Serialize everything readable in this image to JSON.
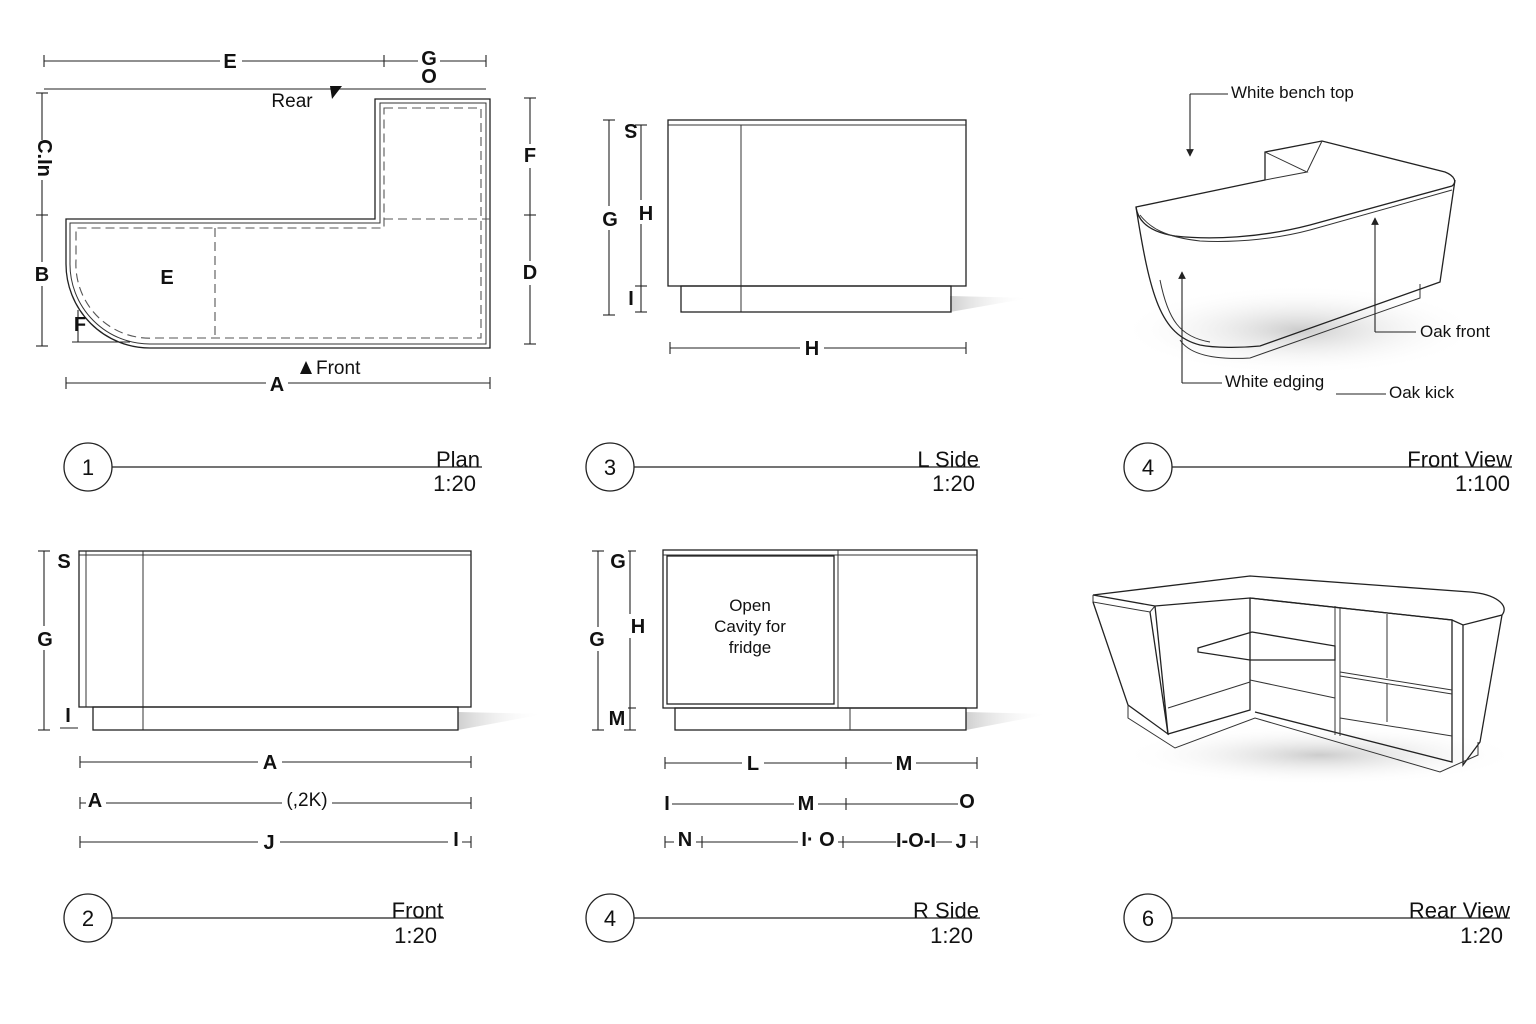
{
  "views": [
    {
      "number": "1",
      "title": "Plan",
      "scale": "1:20"
    },
    {
      "number": "3",
      "title": "L Side",
      "scale": "1:20"
    },
    {
      "number": "4",
      "title": "Front View",
      "scale": "1:100"
    },
    {
      "number": "2",
      "title": "Front",
      "scale": "1:20"
    },
    {
      "number": "4",
      "title": "R Side",
      "scale": "1:20"
    },
    {
      "number": "6",
      "title": "Rear View",
      "scale": "1:20"
    }
  ],
  "plan": {
    "rear": "Rear",
    "front": "Front",
    "dims": {
      "e_top": "E",
      "g_top": "G",
      "o_top": "O",
      "c_left": "C.In",
      "b_left": "B",
      "f_right": "F",
      "d_right": "D",
      "e_center": "E",
      "f_small": "F",
      "a_bottom": "A"
    }
  },
  "lside": {
    "dims": {
      "g_small": "S",
      "g": "G",
      "h": "H",
      "i": "I",
      "h_bottom": "H"
    }
  },
  "front_view": {
    "callouts": [
      "White bench top",
      "Oak front",
      "White edging",
      "Oak kick"
    ]
  },
  "front": {
    "dims": {
      "s": "S",
      "g": "G",
      "i": "I",
      "a": "A",
      "a2": "A",
      "k": "(,2K)",
      "j": "J",
      "i2": "I"
    }
  },
  "rside": {
    "cavity": [
      "Open",
      "Cavity for",
      "fridge"
    ],
    "dims": {
      "g_top": "G",
      "h": "H",
      "g": "G",
      "m_left": "M",
      "l": "L",
      "m": "M",
      "row2_start": "I",
      "row2_m": "M",
      "row2_o": "O",
      "row3_n": "N",
      "row3_o": "I· O",
      "row3_o2": "I-O-I",
      "row3_j": "J"
    }
  }
}
